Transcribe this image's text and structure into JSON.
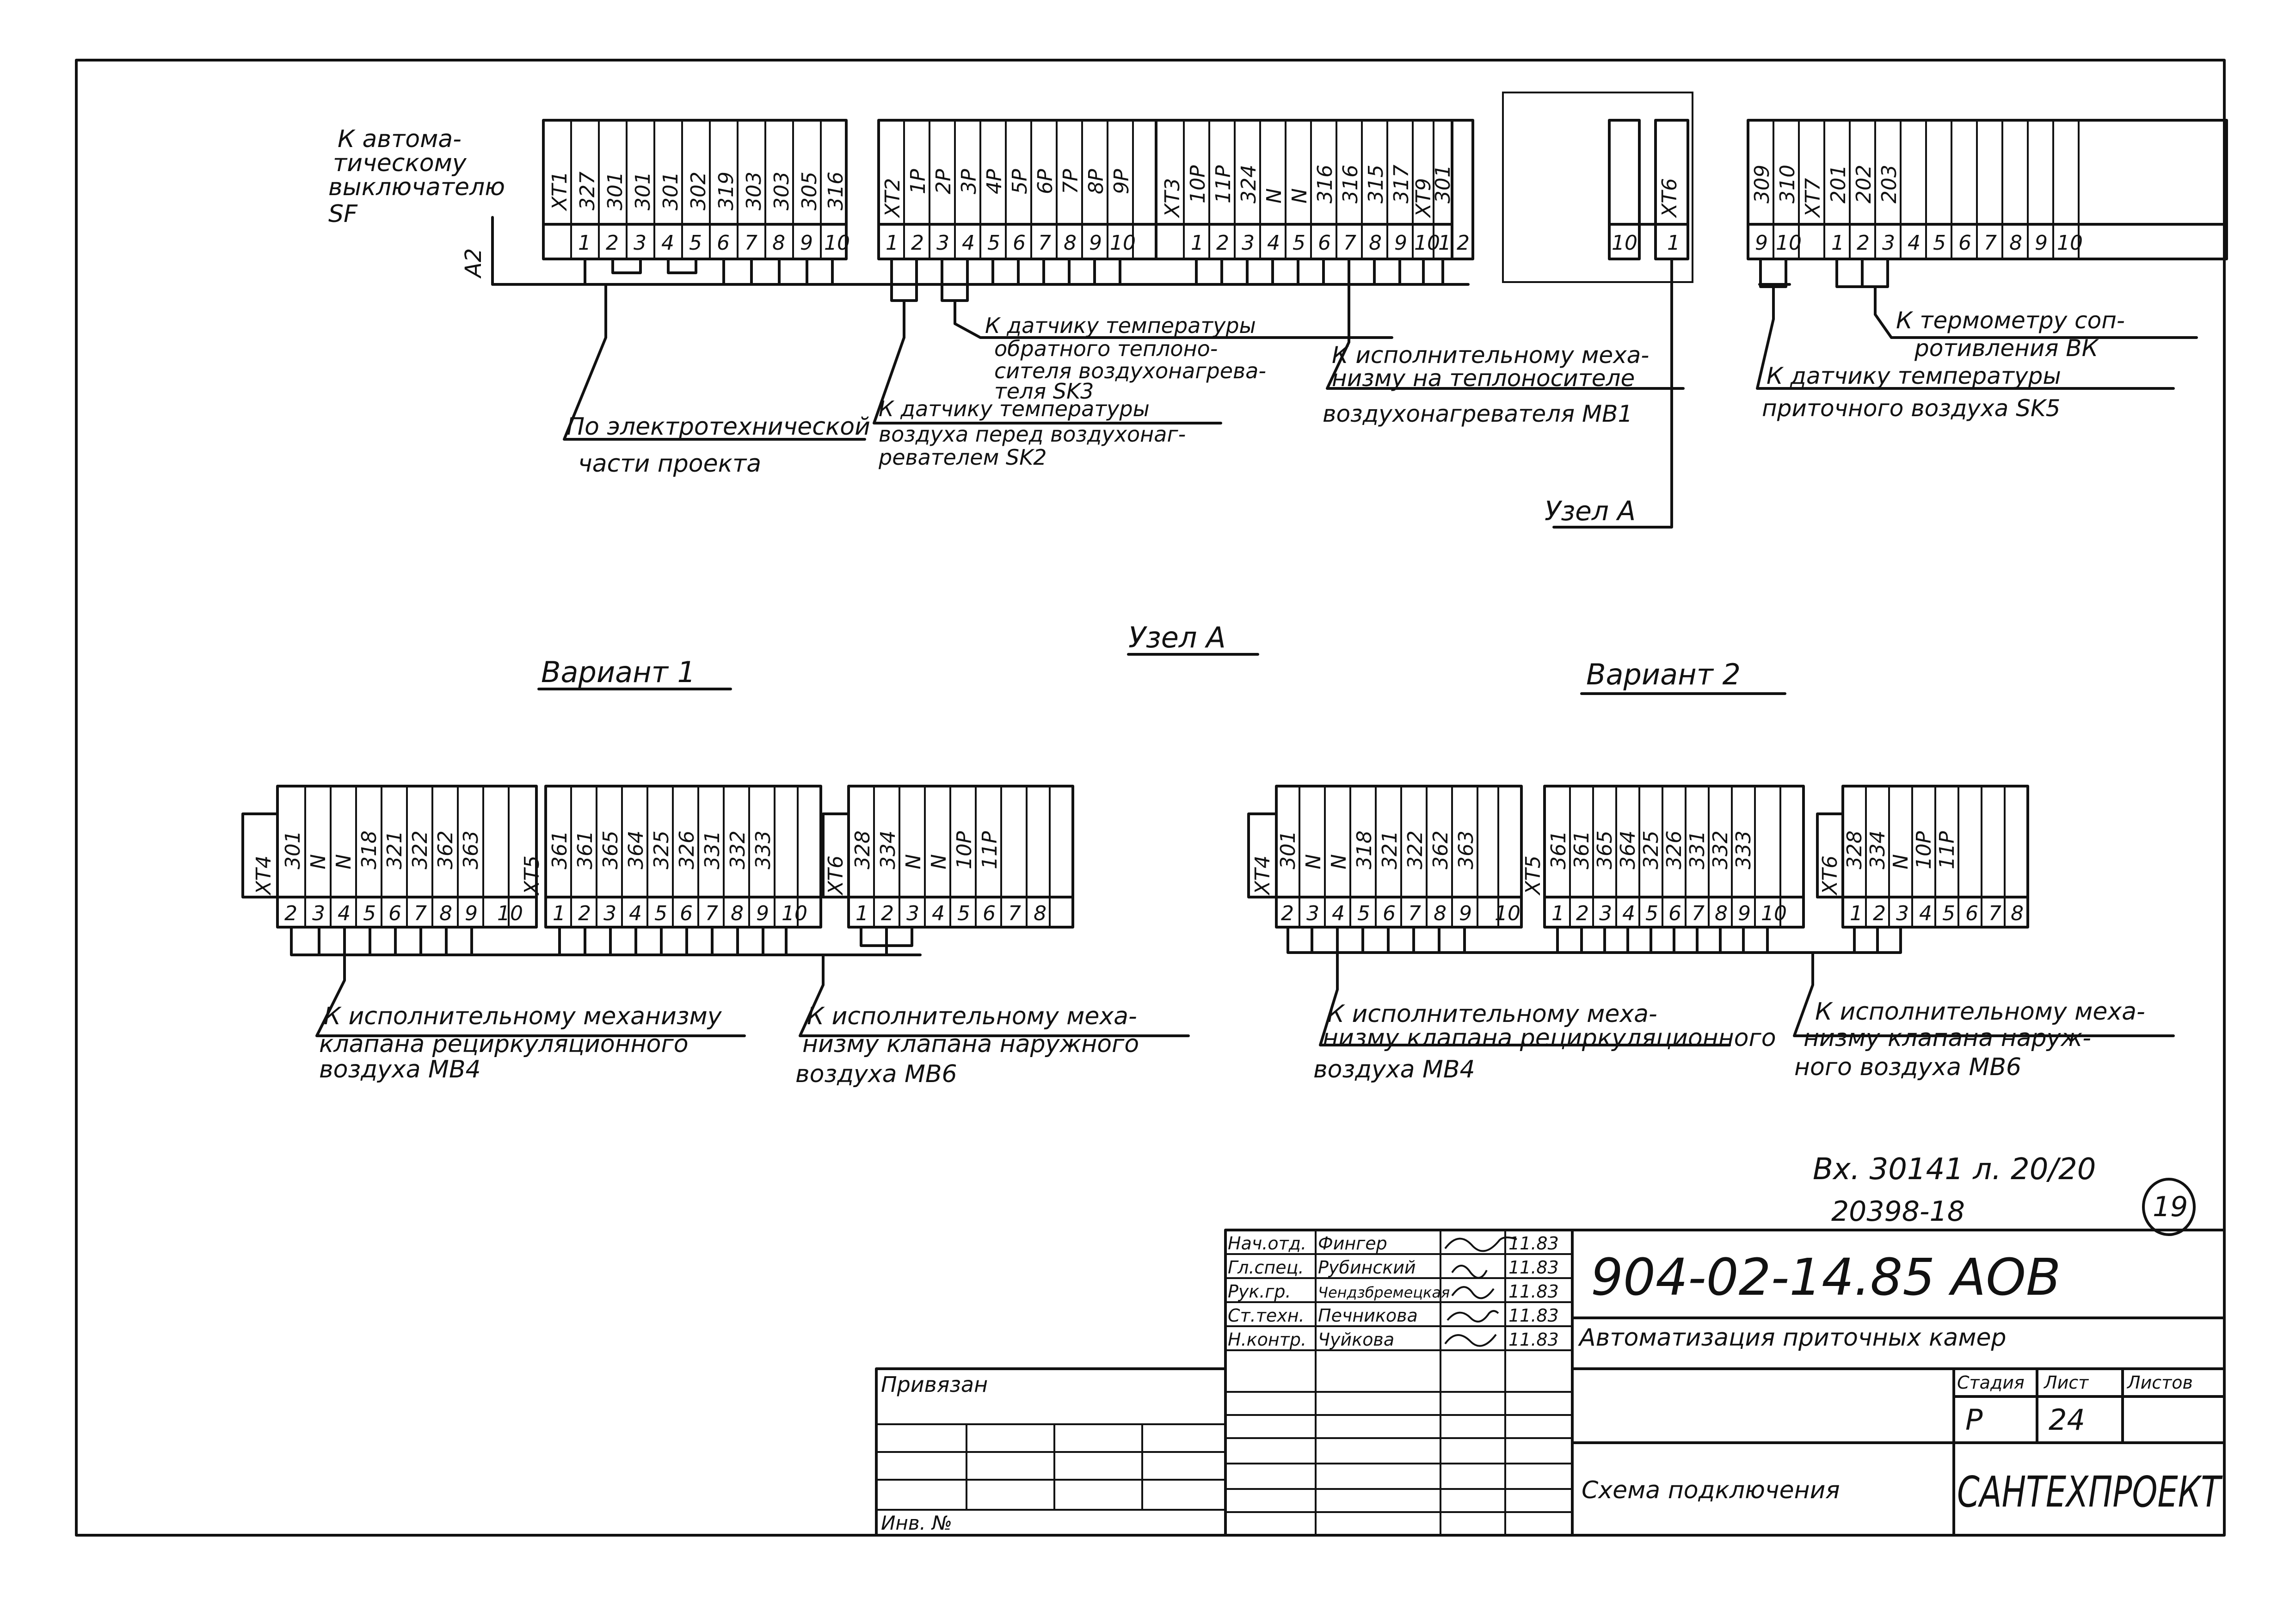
{
  "sheet": {
    "designation": "904-02-14.85 АОВ",
    "title": "Автоматизация приточных камер",
    "subtitle": "Схема подключения",
    "org": "САНТЕХПРОЕКТ",
    "stage_header": "Стадия",
    "sheet_header": "Лист",
    "sheets_header": "Листов",
    "stage": "Р",
    "sheet_no": "24",
    "sheets_total": "",
    "privyazan": "Привязан",
    "inv": "Инв. №",
    "archive": "Вх. 30141 л. 20/20",
    "archive_no": "20398-18",
    "circle_no": "19"
  },
  "signatures": [
    {
      "role": "Нач.отд.",
      "name": "Фингер",
      "date": "11.83"
    },
    {
      "role": "Гл.спец.",
      "name": "Рубинский",
      "date": "11.83"
    },
    {
      "role": "Рук.гр.",
      "name": "Чендзбремецкая",
      "date": "11.83"
    },
    {
      "role": "Ст.техн.",
      "name": "Печникова",
      "date": "11.83"
    },
    {
      "role": "Н.контр.",
      "name": "Чуйкова",
      "date": "11.83"
    }
  ],
  "top": {
    "a2": "А2",
    "sf_note": [
      "К автома-",
      "тическому",
      "выключателю",
      "SF"
    ],
    "blocks": [
      {
        "tag": "XT1",
        "wires": [
          "327",
          "301",
          "301",
          "301",
          "302",
          "319",
          "303",
          "303",
          "305",
          "316"
        ],
        "pins": [
          "1",
          "2",
          "3",
          "4",
          "5",
          "6",
          "7",
          "8",
          "9",
          "10"
        ]
      },
      {
        "tag": "XT2",
        "wires": [
          "1Р",
          "2Р",
          "3Р",
          "4Р",
          "5Р",
          "6Р",
          "7Р",
          "8Р",
          "9Р"
        ],
        "pins": [
          "1",
          "2",
          "3",
          "4",
          "5",
          "6",
          "7",
          "8",
          "9",
          "10"
        ]
      },
      {
        "tag": "XT3",
        "wires": [
          "10Р",
          "11Р",
          "324",
          "N",
          "N",
          "316",
          "316",
          "315",
          "317"
        ],
        "pins": [
          "1",
          "2",
          "3",
          "4",
          "5",
          "6",
          "7",
          "8",
          "9",
          "10"
        ]
      },
      {
        "tag": "XT9",
        "wires": [
          "301"
        ],
        "pins": [
          "1",
          "2"
        ]
      },
      {
        "tag": "XT6",
        "wires": [],
        "pins": [
          "10",
          "1"
        ]
      },
      {
        "tag": "XT7",
        "wires": [
          "309",
          "310",
          "201",
          "202",
          "203"
        ],
        "pins": [
          "9",
          "10",
          "1",
          "2",
          "3",
          "4",
          "5",
          "6",
          "7",
          "8",
          "9",
          "10"
        ]
      }
    ],
    "notes": {
      "elec": [
        "По электротехнической",
        "части проекта"
      ],
      "sk3": [
        "К датчику температуры",
        "обратного теплоно-",
        "сителя воздухонагрева-",
        "теля SK3"
      ],
      "sk2": [
        "К датчику температуры",
        "воздуха перед воздухонаг-",
        "ревателем SK2"
      ],
      "mb1": [
        "К исполнительному меха-",
        "низму на теплоносителе",
        "воздухонагревателя MB1"
      ],
      "vk": [
        "К термометру соп-",
        "ротивления ВК"
      ],
      "sk5": [
        "К датчику температуры",
        "приточного воздуха SK5"
      ],
      "uzel": "Узел А"
    }
  },
  "uzel_title": "Узел А",
  "variant1": {
    "label": "Вариант 1",
    "xt4": {
      "tag": "XT4",
      "wires": [
        "301",
        "N",
        "N",
        "318",
        "321",
        "322",
        "362",
        "363"
      ],
      "pins": [
        "2",
        "3",
        "4",
        "5",
        "6",
        "7",
        "8",
        "9",
        "10"
      ]
    },
    "xt5": {
      "tag": "XT5",
      "wires": [
        "361",
        "361",
        "365",
        "364",
        "325",
        "326",
        "331",
        "332",
        "333"
      ],
      "pins": [
        "1",
        "2",
        "3",
        "4",
        "5",
        "6",
        "7",
        "8",
        "9",
        "10"
      ]
    },
    "xt6": {
      "tag": "XT6",
      "wires": [
        "328",
        "334",
        "N",
        "N",
        "10Р",
        "11Р"
      ],
      "pins": [
        "1",
        "2",
        "3",
        "4",
        "5",
        "6",
        "7",
        "8"
      ]
    },
    "note_mb4": [
      "К исполнительному механизму",
      "клапана рециркуляционного",
      "воздуха MB4"
    ],
    "note_mb6": [
      "К исполнительному меха-",
      "низму клапана наружного",
      "воздуха MB6"
    ]
  },
  "variant2": {
    "label": "Вариант 2",
    "xt4": {
      "tag": "XT4",
      "wires": [
        "301",
        "N",
        "N",
        "318",
        "321",
        "322",
        "362",
        "363"
      ],
      "pins": [
        "2",
        "3",
        "4",
        "5",
        "6",
        "7",
        "8",
        "9",
        "10"
      ]
    },
    "xt5": {
      "tag": "XT5",
      "wires": [
        "361",
        "361",
        "365",
        "364",
        "325",
        "326",
        "331",
        "332",
        "333"
      ],
      "pins": [
        "1",
        "2",
        "3",
        "4",
        "5",
        "6",
        "7",
        "8",
        "9",
        "10"
      ]
    },
    "xt6": {
      "tag": "XT6",
      "wires": [
        "328",
        "334",
        "N",
        "10Р",
        "11Р"
      ],
      "pins": [
        "1",
        "2",
        "3",
        "4",
        "5",
        "6",
        "7",
        "8"
      ]
    },
    "note_mb4": [
      "К исполнительному меха-",
      "низму клапана рециркуляционного",
      "воздуха MB4"
    ],
    "note_mb6": [
      "К исполнительному меха-",
      "низму клапана наруж-",
      "ного воздуха MB6"
    ]
  }
}
